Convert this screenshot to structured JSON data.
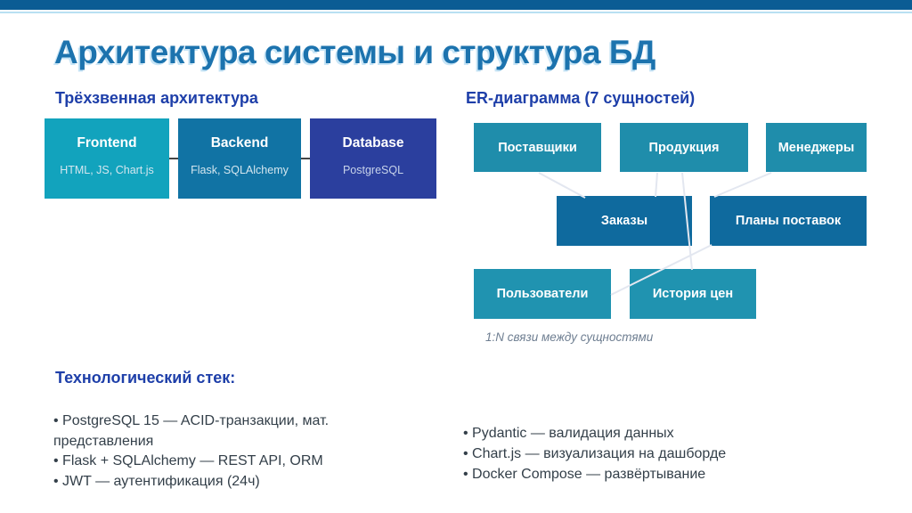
{
  "page": {
    "title": "Архитектура системы и структура БД",
    "accent": {
      "top_bar": "#0b5c94",
      "top_bar_line": "#b9e0f2",
      "title_color": "#1c73ae",
      "heading_color": "#1e3fa9"
    }
  },
  "three_tier": {
    "heading": "Трёхзвенная архитектура",
    "boxes": [
      {
        "name": "Frontend",
        "detail": "HTML, JS, Chart.js",
        "color": "#12a3bd"
      },
      {
        "name": "Backend",
        "detail": "Flask, SQLAlchemy",
        "color": "#1173a4"
      },
      {
        "name": "Database",
        "detail": "PostgreSQL",
        "color": "#2b3f9e"
      }
    ]
  },
  "er_diagram": {
    "heading": "ER-диаграмма (7 сущностей)",
    "entities": [
      {
        "label": "Поставщики",
        "color": "#1f8dab"
      },
      {
        "label": "Продукция",
        "color": "#1f8dab"
      },
      {
        "label": "Менеджеры",
        "color": "#1f8dab"
      },
      {
        "label": "Заказы",
        "color": "#0f6a9e"
      },
      {
        "label": "Планы поставок",
        "color": "#0f6a9e"
      },
      {
        "label": "Пользователи",
        "color": "#2093b0"
      },
      {
        "label": "История цен",
        "color": "#2093b0"
      }
    ],
    "relations": [
      {
        "from": "Поставщики",
        "to": "Заказы"
      },
      {
        "from": "Продукция",
        "to": "Заказы"
      },
      {
        "from": "Продукция",
        "to": "История цен"
      },
      {
        "from": "Менеджеры",
        "to": "Планы поставок"
      },
      {
        "from": "Планы поставок",
        "to": "Пользователи"
      }
    ],
    "caption": "1:N связи между сущностями",
    "line_color": "#e3e7f0"
  },
  "tech_stack": {
    "heading": "Технологический стек:",
    "left_items": [
      "PostgreSQL 15 — ACID-транзакции, мат. представления",
      "Flask + SQLAlchemy — REST API, ORM",
      "JWT — аутентификация (24ч)"
    ],
    "right_items": [
      "Pydantic — валидация данных",
      "Chart.js — визуализация на дашборде",
      "Docker Compose — развёртывание"
    ]
  }
}
